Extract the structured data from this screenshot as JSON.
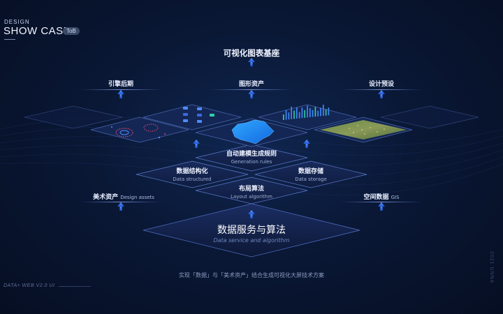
{
  "brand": {
    "small": "DESIGN",
    "title": "SHOW CASE",
    "badge": "ToB"
  },
  "top_label": "可视化图表基座",
  "row1": {
    "left": "引擎后期",
    "center": "图形资产",
    "right": "设计预设"
  },
  "rules": {
    "cn": "自动建模生成规则",
    "en": "Generation rules"
  },
  "structured": {
    "cn": "数据结构化",
    "en": "Data structured"
  },
  "storage": {
    "cn": "数据存储",
    "en": "Data storage"
  },
  "layout": {
    "cn": "布局算法",
    "en": "Layout algorithm"
  },
  "design_assets": {
    "cn": "美术资产",
    "en": "Design assets"
  },
  "gis": {
    "cn": "空间数据",
    "en": "GIS"
  },
  "base": {
    "cn": "数据服务与算法",
    "en": "Data service and algorithm"
  },
  "footer": "实现「数据」与「美术资产」结合生成可视化大屏技术方案",
  "version": "DATA+ WEB V2.0 UI",
  "side_text": "2021 UNNA",
  "colors": {
    "accent": "#3f7cff",
    "tile_edge": "#5a78c8",
    "text": "#e8eeff",
    "muted": "#9db0d6"
  }
}
